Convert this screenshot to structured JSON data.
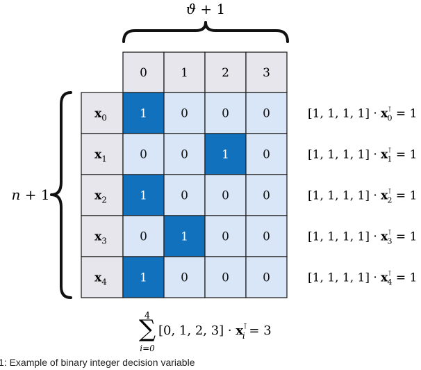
{
  "top_label": {
    "main": "ϑ",
    "rest": " + 1"
  },
  "left_label": {
    "main": "n",
    "rest": " + 1"
  },
  "column_headers": [
    "0",
    "1",
    "2",
    "3"
  ],
  "rows": [
    {
      "label": "x",
      "sub": "0",
      "cells": [
        1,
        0,
        0,
        0
      ],
      "equation": {
        "pre": "[1, 1, 1, 1] · ",
        "vec": "x",
        "sup": "⊺",
        "sub": "0",
        "post": " = 1"
      }
    },
    {
      "label": "x",
      "sub": "1",
      "cells": [
        0,
        0,
        1,
        0
      ],
      "equation": {
        "pre": "[1, 1, 1, 1] · ",
        "vec": "x",
        "sup": "⊺",
        "sub": "1",
        "post": " = 1"
      }
    },
    {
      "label": "x",
      "sub": "2",
      "cells": [
        1,
        0,
        0,
        0
      ],
      "equation": {
        "pre": "[1, 1, 1, 1] · ",
        "vec": "x",
        "sup": "⊺",
        "sub": "2",
        "post": " = 1"
      }
    },
    {
      "label": "x",
      "sub": "3",
      "cells": [
        0,
        1,
        0,
        0
      ],
      "equation": {
        "pre": "[1, 1, 1, 1] · ",
        "vec": "x",
        "sup": "⊺",
        "sub": "3",
        "post": " = 1"
      }
    },
    {
      "label": "x",
      "sub": "4",
      "cells": [
        1,
        0,
        0,
        0
      ],
      "equation": {
        "pre": "[1, 1, 1, 1] · ",
        "vec": "x",
        "sup": "⊺",
        "sub": "4",
        "post": " = 1"
      }
    }
  ],
  "bottom_equation": {
    "sum": "∑",
    "upper": "4",
    "lower": "i=0",
    "pre": "[0, 1, 2, 3] · ",
    "vec": "x",
    "sup": "⊺",
    "sub": "i",
    "post": " = 3"
  },
  "caption": "1: Example of binary integer decision variable",
  "colors": {
    "header_fill": "#e7e6ec",
    "cell_light": "#d8e6f8",
    "cell_active": "#1271bc",
    "grid_stroke": "#222222",
    "active_text": "#ffffff"
  }
}
